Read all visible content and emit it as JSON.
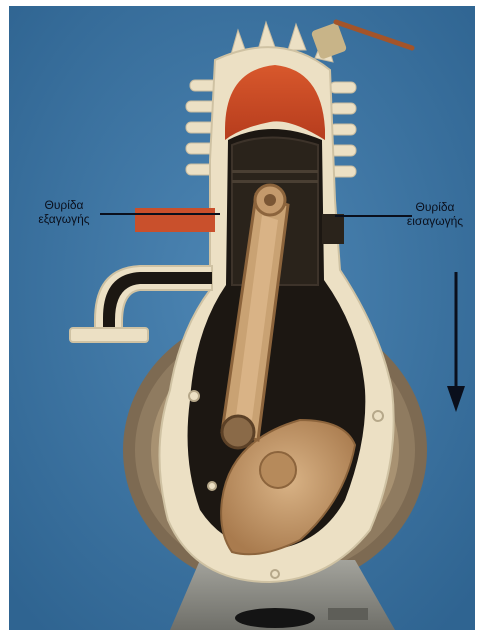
{
  "image": {
    "subject": "cutaway model of a two-stroke engine cylinder with piston, connecting rod and crankshaft",
    "colors": {
      "background": "#3f78a6",
      "cream_casting": "#ece0c4",
      "combustion_chamber": "#cf4a25",
      "exhaust_port": "#c9502c",
      "bronze_parts": "#c49a6c",
      "dark_interior": "#1c1712",
      "base": "#8a8a84"
    }
  },
  "labels": {
    "exhaust_port_line1": "Θυρίδα",
    "exhaust_port_line2": "εξαγωγής",
    "intake_port_line1": "Θυρίδα",
    "intake_port_line2": "εισαγωγής"
  },
  "motion_arrow": {
    "direction": "down"
  }
}
